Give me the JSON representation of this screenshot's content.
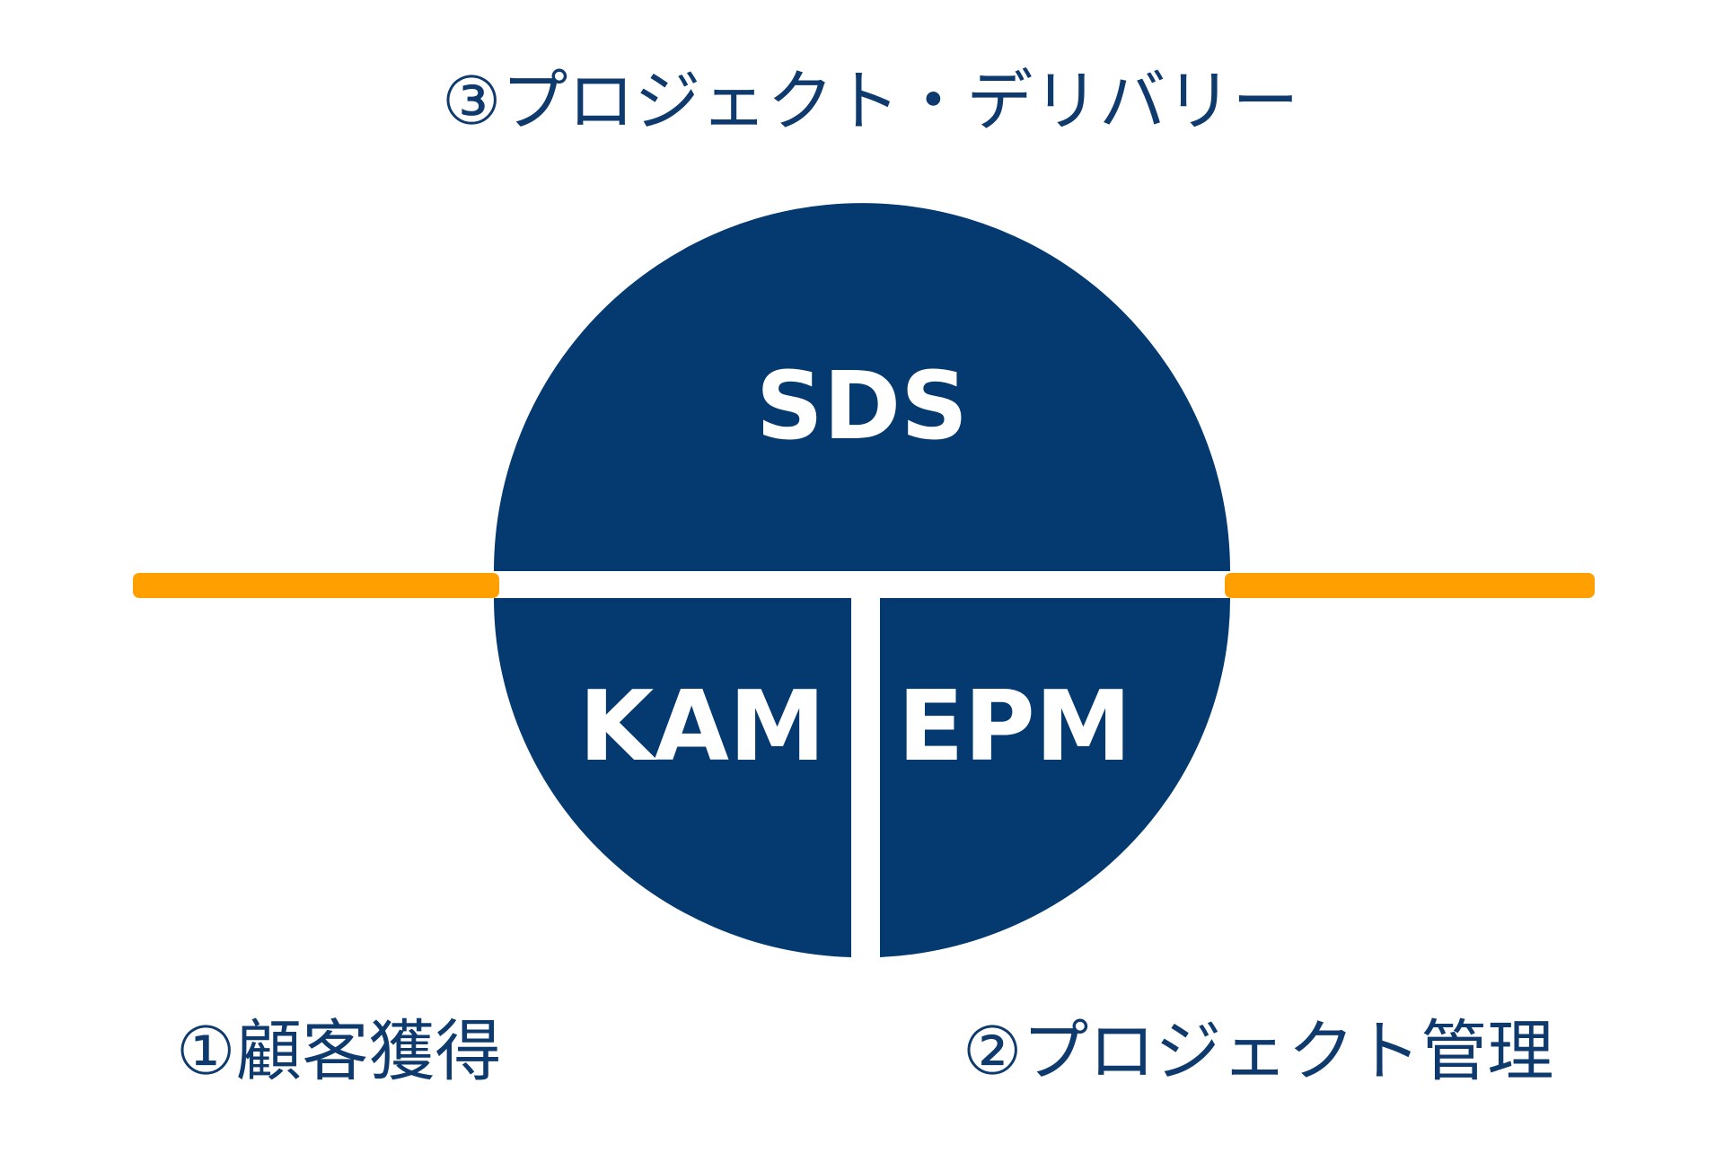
{
  "labels": {
    "top": "③プロジェクト・デリバリー",
    "bottom_left": "①顧客獲得",
    "bottom_right": "②プロジェクト管理"
  },
  "segments": {
    "top": "SDS",
    "bottom_left": "KAM",
    "bottom_right": "EPM"
  },
  "colors": {
    "segment_fill": "#043a70",
    "axis_line": "#ffa000",
    "divider": "#ffffff",
    "label_text": "#0e3a6e"
  }
}
